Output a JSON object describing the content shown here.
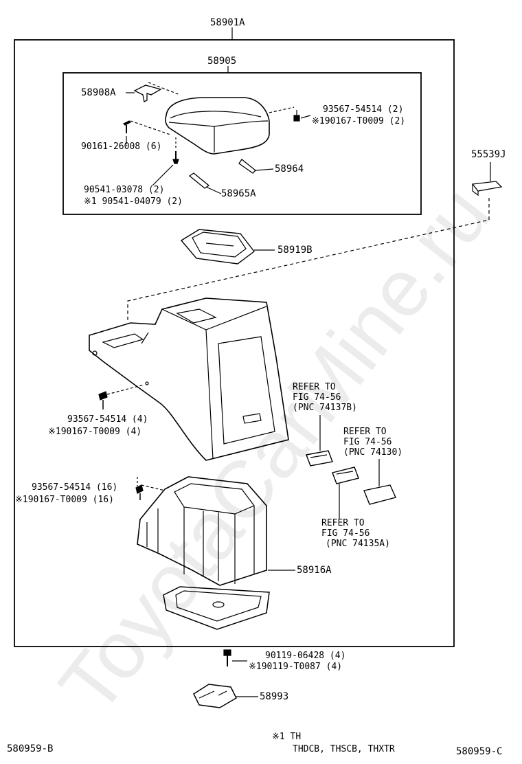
{
  "labels": {
    "assembly": "58901A",
    "armrest_group": "58905",
    "hinge": "58908A",
    "bolt_a_pn": "93567-54514 (2)",
    "bolt_a_alt": "※190167-T0009 (2)",
    "screw_6": "90161-26008 (6)",
    "clip_58964": "58964",
    "screw_b_pn": "90541-03078 (2)",
    "screw_b_alt": "※1 90541-04079 (2)",
    "spring_58965a": "58965A",
    "cap_55539j": "55539J",
    "tray_58919b": "58919B",
    "refer1_l1": "REFER TO",
    "refer1_l2": "FIG 74-56",
    "refer1_l3": "(PNC 74137B)",
    "refer2_l1": "REFER TO",
    "refer2_l2": "FIG 74-56",
    "refer2_l3": "(PNC 74130)",
    "bolt_c_pn": "93567-54514 (4)",
    "bolt_c_alt": "※190167-T0009 (4)",
    "bolt_d_pn": "93567-54514 (16)",
    "bolt_d_alt": "※190167-T0009 (16)",
    "refer3_l1": "REFER TO",
    "refer3_l2": "FIG 74-56",
    "refer3_l3": "(PNC 74135A)",
    "box_58916a": "58916A",
    "bolt_e_pn": "90119-06428 (4)",
    "bolt_e_alt": "※190119-T0087 (4)",
    "bracket_58993": "58993",
    "footnote_mark": "※1 TH",
    "footnote_models": "THDCB, THSCB, THXTR",
    "code_left": "580959-B",
    "code_right": "580959-C"
  },
  "watermark": "ToyotaCarMine.ru"
}
